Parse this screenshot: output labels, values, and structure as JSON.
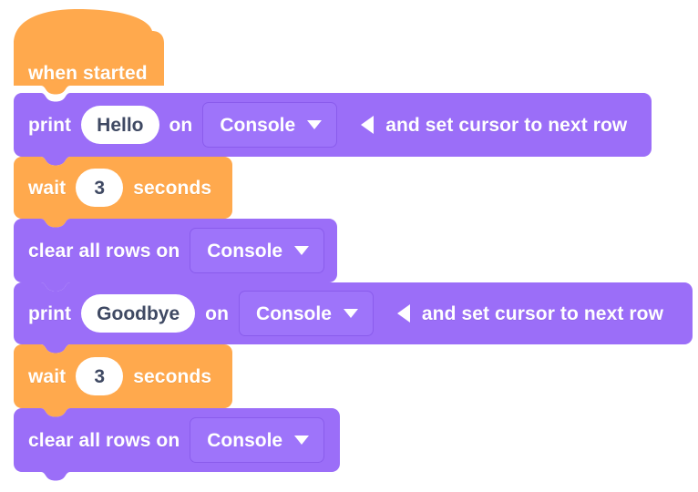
{
  "workspace": {
    "background_color": "#ffffff",
    "palette": {
      "loops_orange": "#ffa94d",
      "console_purple": "#9b6ef8",
      "dropdown_purple": "#9e74fa",
      "dropdown_border": "#8a5cec",
      "input_white": "#ffffff",
      "input_text": "#3f4963",
      "block_text": "#ffffff"
    }
  },
  "script": {
    "blocks": [
      {
        "id": "when-started",
        "kind": "hat",
        "color": "loops_orange",
        "label": "when started"
      },
      {
        "id": "print-hello",
        "kind": "stack",
        "color": "console_purple",
        "label_print": "print",
        "value": "Hello",
        "label_on": "on",
        "dropdown": "Console",
        "toggle_icon": "triangle-left-icon",
        "label_tail": "and set cursor to next row"
      },
      {
        "id": "wait-3-a",
        "kind": "stack",
        "color": "loops_orange",
        "label_wait": "wait",
        "value": "3",
        "label_seconds": "seconds"
      },
      {
        "id": "clear-rows-a",
        "kind": "stack",
        "color": "console_purple",
        "label": "clear all rows on",
        "dropdown": "Console"
      },
      {
        "id": "print-goodbye",
        "kind": "stack",
        "color": "console_purple",
        "label_print": "print",
        "value": "Goodbye",
        "label_on": "on",
        "dropdown": "Console",
        "toggle_icon": "triangle-left-icon",
        "label_tail": "and set cursor to next row"
      },
      {
        "id": "wait-3-b",
        "kind": "stack",
        "color": "loops_orange",
        "label_wait": "wait",
        "value": "3",
        "label_seconds": "seconds"
      },
      {
        "id": "clear-rows-b",
        "kind": "stack",
        "color": "console_purple",
        "label": "clear all rows on",
        "dropdown": "Console"
      }
    ]
  },
  "dropdown_options": {
    "selected": "Console",
    "caret_icon": "chevron-down-icon"
  }
}
